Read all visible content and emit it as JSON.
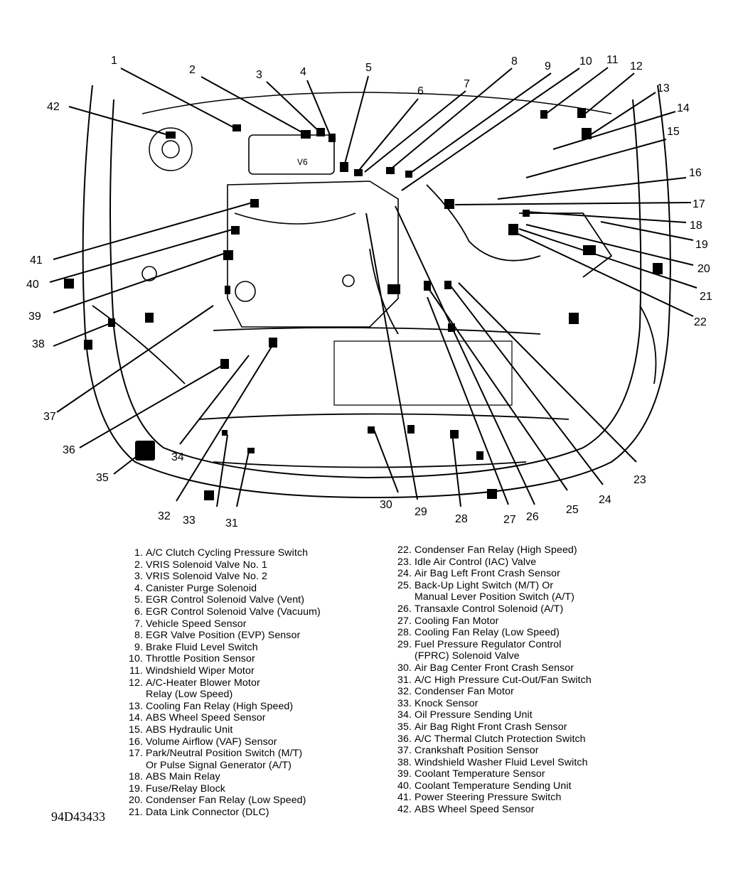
{
  "figure_id": "94D43433",
  "legend_left": [
    {
      "num": "1.",
      "lines": [
        "A/C Clutch Cycling Pressure Switch"
      ]
    },
    {
      "num": "2.",
      "lines": [
        "VRIS Solenoid Valve No. 1"
      ]
    },
    {
      "num": "3.",
      "lines": [
        "VRIS Solenoid Valve No. 2"
      ]
    },
    {
      "num": "4.",
      "lines": [
        "Canister Purge Solenoid"
      ]
    },
    {
      "num": "5.",
      "lines": [
        "EGR Control Solenoid Valve (Vent)"
      ]
    },
    {
      "num": "6.",
      "lines": [
        "EGR Control Solenoid Valve (Vacuum)"
      ]
    },
    {
      "num": "7.",
      "lines": [
        "Vehicle Speed Sensor"
      ]
    },
    {
      "num": "8.",
      "lines": [
        "EGR Valve Position (EVP) Sensor"
      ]
    },
    {
      "num": "9.",
      "lines": [
        "Brake Fluid Level Switch"
      ]
    },
    {
      "num": "10.",
      "lines": [
        "Throttle Position Sensor"
      ]
    },
    {
      "num": "11.",
      "lines": [
        "Windshield Wiper Motor"
      ]
    },
    {
      "num": "12.",
      "lines": [
        "A/C-Heater Blower Motor",
        "Relay (Low Speed)"
      ]
    },
    {
      "num": "13.",
      "lines": [
        "Cooling Fan Relay (High Speed)"
      ]
    },
    {
      "num": "14.",
      "lines": [
        "ABS Wheel Speed Sensor"
      ]
    },
    {
      "num": "15.",
      "lines": [
        "ABS Hydraulic Unit"
      ]
    },
    {
      "num": "16.",
      "lines": [
        "Volume Airflow (VAF) Sensor"
      ]
    },
    {
      "num": "17.",
      "lines": [
        "Park/Neutral Position Switch (M/T)",
        "Or Pulse Signal Generator (A/T)"
      ]
    },
    {
      "num": "18.",
      "lines": [
        "ABS Main Relay"
      ]
    },
    {
      "num": "19.",
      "lines": [
        "Fuse/Relay Block"
      ]
    },
    {
      "num": "20.",
      "lines": [
        "Condenser Fan Relay (Low Speed)"
      ]
    },
    {
      "num": "21.",
      "lines": [
        "Data Link Connector (DLC)"
      ]
    }
  ],
  "legend_right": [
    {
      "num": "22.",
      "lines": [
        "Condenser Fan Relay (High Speed)"
      ]
    },
    {
      "num": "23.",
      "lines": [
        "Idle Air Control (IAC) Valve"
      ]
    },
    {
      "num": "24.",
      "lines": [
        "Air Bag Left Front Crash Sensor"
      ]
    },
    {
      "num": "25.",
      "lines": [
        "Back-Up Light Switch (M/T) Or",
        "Manual Lever Position Switch (A/T)"
      ]
    },
    {
      "num": "26.",
      "lines": [
        "Transaxle Control Solenoid (A/T)"
      ]
    },
    {
      "num": "27.",
      "lines": [
        "Cooling Fan Motor"
      ]
    },
    {
      "num": "28.",
      "lines": [
        "Cooling Fan Relay (Low Speed)"
      ]
    },
    {
      "num": "29.",
      "lines": [
        "Fuel Pressure Regulator Control",
        "(FPRC) Solenoid Valve"
      ]
    },
    {
      "num": "30.",
      "lines": [
        "Air Bag Center Front Crash Sensor"
      ]
    },
    {
      "num": "31.",
      "lines": [
        "A/C High Pressure Cut-Out/Fan Switch"
      ]
    },
    {
      "num": "32.",
      "lines": [
        "Condenser Fan Motor"
      ]
    },
    {
      "num": "33.",
      "lines": [
        "Knock Sensor"
      ]
    },
    {
      "num": "34.",
      "lines": [
        "Oil Pressure Sending Unit"
      ]
    },
    {
      "num": "35.",
      "lines": [
        "Air Bag Right Front Crash Sensor"
      ]
    },
    {
      "num": "36.",
      "lines": [
        "A/C Thermal Clutch Protection Switch"
      ]
    },
    {
      "num": "37.",
      "lines": [
        "Crankshaft Position Sensor"
      ]
    },
    {
      "num": "38.",
      "lines": [
        "Windshield Washer Fluid Level Switch"
      ]
    },
    {
      "num": "39.",
      "lines": [
        "Coolant Temperature Sensor"
      ]
    },
    {
      "num": "40.",
      "lines": [
        "Coolant Temperature Sending Unit"
      ]
    },
    {
      "num": "41.",
      "lines": [
        "Power Steering Pressure Switch"
      ]
    },
    {
      "num": "42.",
      "lines": [
        "ABS Wheel Speed Sensor"
      ]
    }
  ],
  "callout_numbers": [
    "1",
    "2",
    "3",
    "4",
    "5",
    "6",
    "7",
    "8",
    "9",
    "10",
    "11",
    "12",
    "13",
    "14",
    "15",
    "16",
    "17",
    "18",
    "19",
    "20",
    "21",
    "22",
    "23",
    "24",
    "25",
    "26",
    "27",
    "28",
    "29",
    "30",
    "31",
    "32",
    "33",
    "34",
    "35",
    "36",
    "37",
    "38",
    "39",
    "40",
    "41",
    "42"
  ],
  "engine_badge": "V6"
}
